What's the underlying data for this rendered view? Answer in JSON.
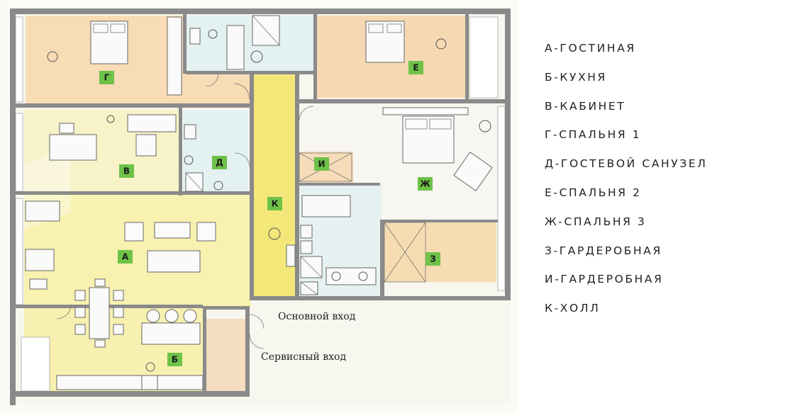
{
  "plan": {
    "room_tags": [
      {
        "id": "A",
        "letter": "А"
      },
      {
        "id": "B",
        "letter": "Б"
      },
      {
        "id": "V",
        "letter": "В"
      },
      {
        "id": "G",
        "letter": "Г"
      },
      {
        "id": "D",
        "letter": "Д"
      },
      {
        "id": "E",
        "letter": "Е"
      },
      {
        "id": "ZH",
        "letter": "Ж"
      },
      {
        "id": "Z",
        "letter": "З"
      },
      {
        "id": "I",
        "letter": "И"
      },
      {
        "id": "K",
        "letter": "К"
      }
    ],
    "entrances": {
      "main": "Основной вход",
      "service": "Сервисный вход"
    }
  },
  "legend": {
    "items": [
      "А-ГОСТИНАЯ",
      "Б-КУХНЯ",
      "В-КАБИНЕТ",
      "Г-СПАЛЬНЯ 1",
      "Д-ГОСТЕВОЙ САНУЗЕЛ",
      "Е-СПАЛЬНЯ 2",
      "Ж-СПАЛЬНЯ 3",
      "З-ГАРДЕРОБНАЯ",
      "И-ГАРДЕРОБНАЯ",
      "К-ХОЛЛ"
    ]
  },
  "colors": {
    "tag": "#6ec248",
    "hall": "#f3e87a",
    "living": "#f7f0b4",
    "bedroom": "#f5d9b0"
  }
}
